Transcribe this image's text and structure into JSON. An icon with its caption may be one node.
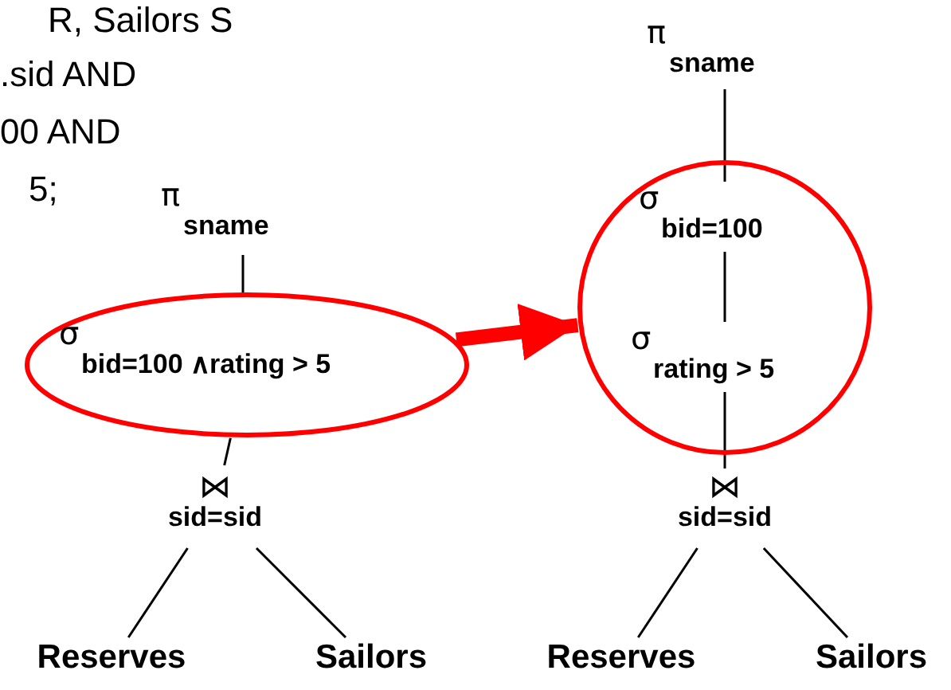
{
  "diagram": {
    "nodes": [
      {
        "text": [
          "π",
          "sname"
        ]
      },
      {
        "text": [
          "σ",
          "bid=100 ∧rating > 5"
        ]
      },
      {
        "text": [
          "⋈",
          "sid=sid"
        ]
      },
      {
        "text": [
          "Reserves"
        ]
      },
      {
        "text": [
          "Sailors"
        ]
      },
      {
        "text": [
          "π",
          "sname"
        ]
      },
      {
        "text": [],
        "shape": "circle"
      },
      {
        "text": [
          "σ",
          "bid=100"
        ],
        "in": 6
      },
      {
        "text": [
          "σ",
          "rating > 5"
        ],
        "in": 6
      },
      {
        "text": [
          "⋈",
          "sid=sid"
        ]
      },
      {
        "text": [
          "Reserves"
        ]
      },
      {
        "text": [
          "Sailors"
        ]
      }
    ],
    "edges": [
      {
        "from": 0,
        "to": 1,
        "arrow": "none"
      },
      {
        "from": 1,
        "to": 2,
        "arrow": "none"
      },
      {
        "from": 2,
        "to": 3,
        "arrow": "none"
      },
      {
        "from": 2,
        "to": 4,
        "arrow": "none"
      },
      {
        "from": 1,
        "to": 6,
        "arrow": "to",
        "style": "thick",
        "color": "#ff0000"
      },
      {
        "from": 5,
        "to": 7,
        "arrow": "none"
      },
      {
        "from": 7,
        "to": 8,
        "arrow": "none"
      },
      {
        "from": 8,
        "to": 9,
        "arrow": "none"
      },
      {
        "from": 9,
        "to": 10,
        "arrow": "none"
      },
      {
        "from": 9,
        "to": 11,
        "arrow": "none"
      }
    ],
    "labels": [
      "R, Sailors S",
      ".sid AND",
      "00 AND",
      "5;"
    ]
  }
}
